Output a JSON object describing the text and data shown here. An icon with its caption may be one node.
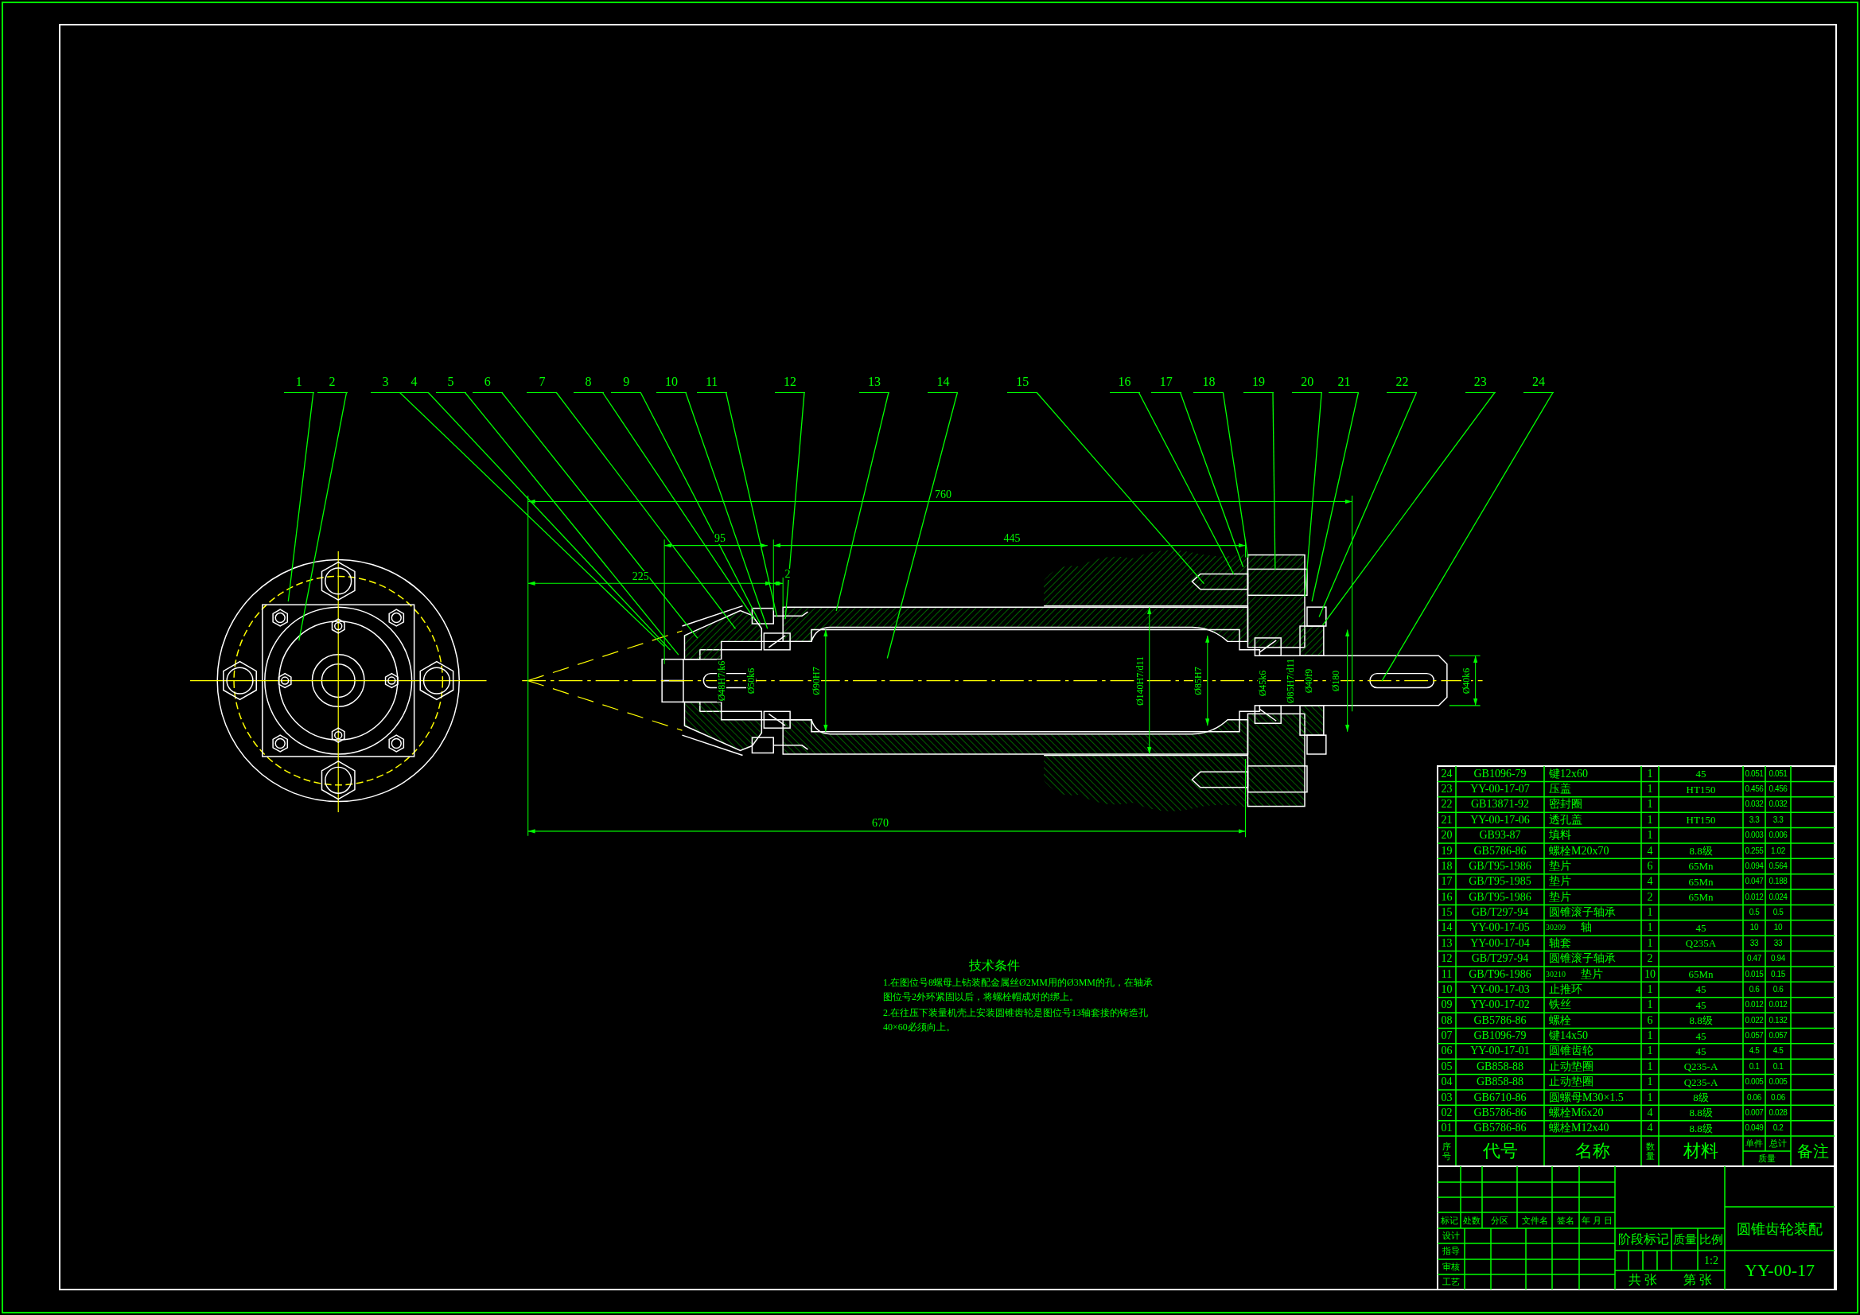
{
  "diagram": {
    "nodes": [
      {
        "text": [
          "1"
        ]
      },
      {
        "text": [
          "2"
        ]
      },
      {
        "text": [
          "3"
        ]
      },
      {
        "text": [
          "4"
        ]
      },
      {
        "text": [
          "5"
        ]
      },
      {
        "text": [
          "6"
        ]
      },
      {
        "text": [
          "7"
        ]
      },
      {
        "text": [
          "8"
        ]
      },
      {
        "text": [
          "9"
        ]
      },
      {
        "text": [
          "10"
        ]
      },
      {
        "text": [
          "11"
        ]
      },
      {
        "text": [
          "12"
        ]
      },
      {
        "text": [
          "13"
        ]
      },
      {
        "text": [
          "14"
        ]
      },
      {
        "text": [
          "15"
        ]
      },
      {
        "text": [
          "16"
        ]
      },
      {
        "text": [
          "17"
        ]
      },
      {
        "text": [
          "18"
        ]
      },
      {
        "text": [
          "19"
        ]
      },
      {
        "text": [
          "20"
        ]
      },
      {
        "text": [
          "21"
        ]
      },
      {
        "text": [
          "22"
        ]
      },
      {
        "text": [
          "23"
        ]
      },
      {
        "text": [
          "24"
        ]
      }
    ],
    "edges": [
      {
        "from": 0,
        "to": null,
        "arrow": "none"
      },
      {
        "from": 1,
        "to": null,
        "arrow": "none"
      },
      {
        "from": 2,
        "to": null,
        "arrow": "none"
      },
      {
        "from": 3,
        "to": null,
        "arrow": "none"
      },
      {
        "from": 4,
        "to": null,
        "arrow": "none"
      },
      {
        "from": 5,
        "to": null,
        "arrow": "none"
      },
      {
        "from": 6,
        "to": null,
        "arrow": "none"
      },
      {
        "from": 7,
        "to": null,
        "arrow": "none"
      },
      {
        "from": 8,
        "to": null,
        "arrow": "none"
      },
      {
        "from": 9,
        "to": null,
        "arrow": "none"
      },
      {
        "from": 10,
        "to": null,
        "arrow": "none"
      },
      {
        "from": 11,
        "to": null,
        "arrow": "none"
      },
      {
        "from": 12,
        "to": null,
        "arrow": "none"
      },
      {
        "from": 13,
        "to": null,
        "arrow": "none"
      },
      {
        "from": 14,
        "to": null,
        "arrow": "none"
      },
      {
        "from": 15,
        "to": null,
        "arrow": "none"
      },
      {
        "from": 16,
        "to": null,
        "arrow": "none"
      },
      {
        "from": 17,
        "to": null,
        "arrow": "none"
      },
      {
        "from": 18,
        "to": null,
        "arrow": "none"
      },
      {
        "from": 19,
        "to": null,
        "arrow": "none"
      },
      {
        "from": 20,
        "to": null,
        "arrow": "none"
      },
      {
        "from": 21,
        "to": null,
        "arrow": "none"
      },
      {
        "from": 22,
        "to": null,
        "arrow": "none"
      },
      {
        "from": 23,
        "to": null,
        "arrow": "none"
      }
    ],
    "labels": [
      "760",
      "95",
      "445",
      "225",
      "2",
      "Ø48H7/k6",
      "Ø50k6",
      "Ø90H7",
      "Ø140H7/d11",
      "Ø85H7",
      "Ø45k6",
      "Ø85H7/d11",
      "Ø40f9",
      "Ø180",
      "Ø40k6",
      "670",
      "技术条件",
      "1.在图位号8螺母上钻装配金属丝Ø2MM用的Ø3MM的孔，在轴承图位号2外环紧固以后，将螺栓帽成对的绑上。",
      "2.在往压下装量机壳上安装圆锥齿轮是图位号13轴套接的铸造孔40×60必须向上。",
      "24",
      "GB1096-79",
      "键12x60",
      "1",
      "45",
      "0.051",
      "0.051",
      "23",
      "YY-00-17-07",
      "压盖",
      "1",
      "HT150",
      "0.456",
      "0.456",
      "22",
      "GB13871-92",
      "密封圈",
      "1",
      "0.032",
      "0.032",
      "21",
      "YY-00-17-06",
      "透孔盖",
      "1",
      "HT150",
      "3.3",
      "3.3",
      "20",
      "GB93-87",
      "填料",
      "1",
      "0.003",
      "0.006",
      "19",
      "GB5786-86",
      "螺栓M20x70",
      "4",
      "8.8级",
      "0.255",
      "1.02",
      "18",
      "GB/T95-1986",
      "垫片",
      "6",
      "65Mn",
      "0.094",
      "0.564",
      "17",
      "GB/T95-1985",
      "垫片",
      "4",
      "65Mn",
      "0.047",
      "0.188",
      "16",
      "GB/T95-1986",
      "垫片",
      "2",
      "65Mn",
      "0.012",
      "0.024",
      "15",
      "GB/T297-94",
      "圆锥滚子轴承",
      "1",
      "0.5",
      "0.5",
      "14",
      "YY-00-17-05",
      "30209",
      "轴",
      "1",
      "45",
      "10",
      "10",
      "13",
      "YY-00-17-04",
      "轴套",
      "1",
      "Q235A",
      "33",
      "33",
      "12",
      "GB/T297-94",
      "圆锥滚子轴承",
      "2",
      "0.47",
      "0.94",
      "11",
      "GB/T96-1986",
      "30210",
      "垫片",
      "10",
      "65Mn",
      "0.015",
      "0.15",
      "10",
      "YY-00-17-03",
      "止推环",
      "1",
      "45",
      "0.6",
      "0.6",
      "09",
      "YY-00-17-02",
      "铁丝",
      "1",
      "45",
      "0.012",
      "0.012",
      "08",
      "GB5786-86",
      "螺栓",
      "6",
      "8.8级",
      "0.022",
      "0.132",
      "07",
      "GB1096-79",
      "键14x50",
      "1",
      "45",
      "0.057",
      "0.057",
      "06",
      "YY-00-17-01",
      "圆锥齿轮",
      "1",
      "45",
      "4.5",
      "4.5",
      "05",
      "GB858-88",
      "止动垫圈",
      "1",
      "Q235-A",
      "0.1",
      "0.1",
      "04",
      "GB858-88",
      "止动垫圈",
      "1",
      "Q235-A",
      "0.005",
      "0.005",
      "03",
      "GB6710-86",
      "圆螺母M30×1.5",
      "1",
      "8级",
      "0.06",
      "0.06",
      "02",
      "GB5786-86",
      "螺栓M6x20",
      "4",
      "8.8级",
      "0.007",
      "0.028",
      "01",
      "GB5786-86",
      "螺栓M12x40",
      "4",
      "8.8级",
      "0.049",
      "0.2",
      "序号",
      "代号",
      "名称",
      "数量",
      "材料",
      "单件",
      "总计",
      "备注",
      "质量",
      "标记",
      "处数",
      "分区",
      "文件名",
      "签名",
      "年 月 日",
      "设计",
      "指导",
      "审核",
      "工艺",
      "阶段标记",
      "质量",
      "比例",
      "1:2",
      "共 张",
      "第 张",
      "圆锥齿轮装配",
      "YY-00-17"
    ]
  }
}
